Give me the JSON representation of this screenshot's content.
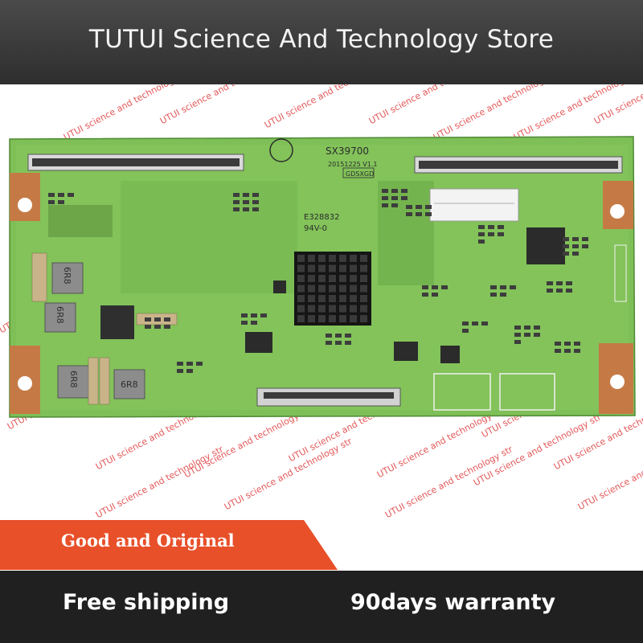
{
  "banner": {
    "title": "TUTUI Science And Technology Store"
  },
  "board": {
    "model": "SX39700",
    "date_version": "20151225 V1.1",
    "code": "GDSXGD",
    "cert": "E328832",
    "rating": "94V-0",
    "inductor_labels": [
      "6R8",
      "6R8",
      "6R8",
      "6R8"
    ]
  },
  "watermark_text": "UTUI science and technology str",
  "ribbon": {
    "label": "Good and Original",
    "color": "#e8502a"
  },
  "footer": {
    "shipping": "Free shipping",
    "warranty": "90days warranty"
  }
}
